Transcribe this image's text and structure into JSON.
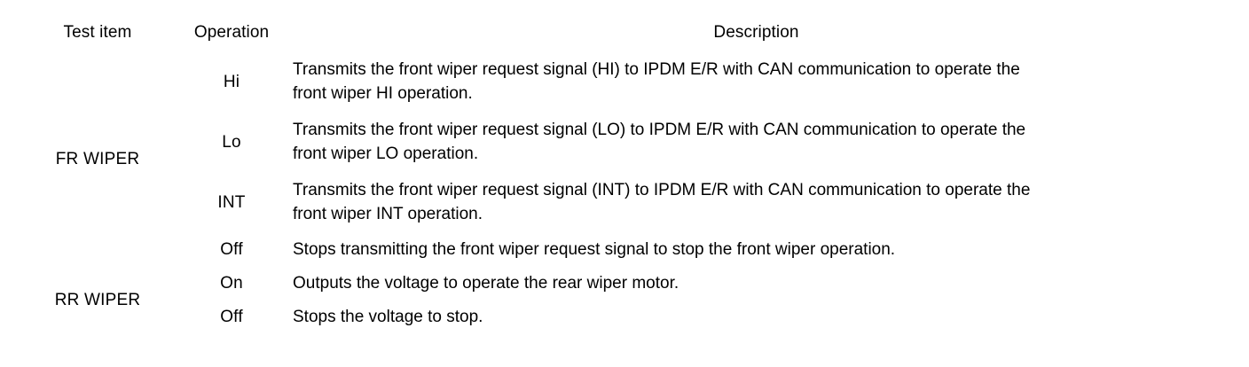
{
  "table": {
    "headers": {
      "test_item": "Test item",
      "operation": "Operation",
      "description": "Description"
    },
    "groups": [
      {
        "test_item": "FR WIPER",
        "rows": [
          {
            "operation": "Hi",
            "description_lines": [
              "Transmits the front wiper request signal (HI) to IPDM E/R with CAN communication to operate the",
              "front wiper HI operation."
            ]
          },
          {
            "operation": "Lo",
            "description_lines": [
              "Transmits the front wiper request signal (LO) to IPDM E/R with CAN communication to operate the",
              "front wiper LO operation."
            ]
          },
          {
            "operation": "INT",
            "description_lines": [
              "Transmits the front wiper request signal (INT) to IPDM E/R with CAN communication to operate the",
              "front wiper INT operation."
            ]
          },
          {
            "operation": "Off",
            "description_lines": [
              "Stops transmitting the front wiper request signal to stop the front wiper operation."
            ]
          }
        ]
      },
      {
        "test_item": "RR WIPER",
        "rows": [
          {
            "operation": "On",
            "description_lines": [
              "Outputs the voltage to operate the rear wiper motor."
            ]
          },
          {
            "operation": "Off",
            "description_lines": [
              "Stops the voltage to stop."
            ]
          }
        ]
      }
    ]
  },
  "colors": {
    "rule": "#000000",
    "text": "#000000",
    "background": "#ffffff"
  }
}
